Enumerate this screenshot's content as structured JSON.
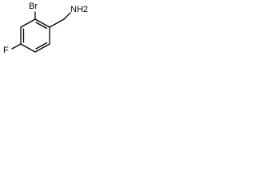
{
  "molecule": {
    "atoms": {
      "bromine": "Br",
      "fluorine": "F",
      "amine": "NH2"
    },
    "colors": {
      "bond": "#000000",
      "label": "#000000",
      "background": "#ffffff"
    }
  }
}
